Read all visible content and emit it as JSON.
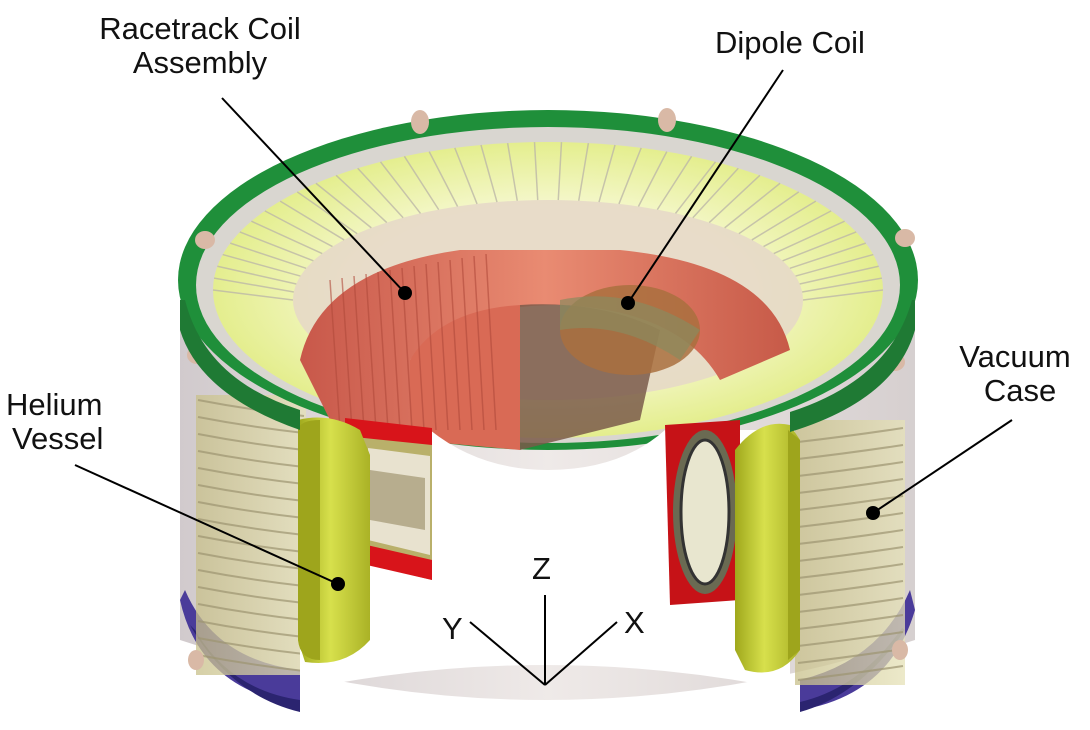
{
  "labels": {
    "racetrack": {
      "line1": "Racetrack Coil",
      "line2": "Assembly"
    },
    "dipole": {
      "line1": "Dipole Coil"
    },
    "vacuum": {
      "line1": "Vacuum",
      "line2": "Case"
    },
    "helium": {
      "line1": "Helium",
      "line2": "Vessel"
    }
  },
  "axes": {
    "x": "X",
    "y": "Y",
    "z": "Z"
  },
  "colors": {
    "rim_green": "#1f8f3a",
    "inner_yellow": "#e9f2a8",
    "coil_salmon": "#e0765e",
    "vessel_yellow": "#c8d23c",
    "red_block": "#d8141a",
    "base_purple": "#3a2a8a",
    "shell_grey": "#d8d2cc"
  }
}
